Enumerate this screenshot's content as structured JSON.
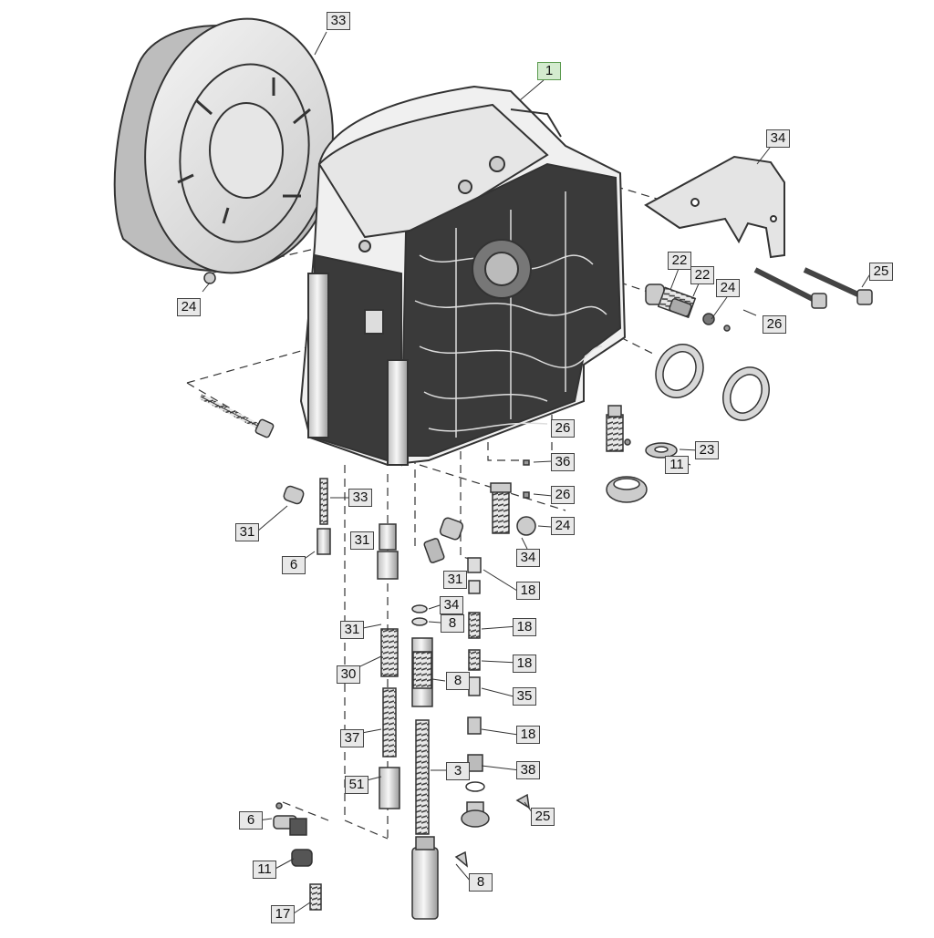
{
  "diagram": {
    "title": "",
    "main_part_callout": "1",
    "callouts": [
      {
        "id": "c1",
        "text": "1",
        "highlight": true
      },
      {
        "id": "c2",
        "text": "33"
      },
      {
        "id": "c3",
        "text": "34"
      },
      {
        "id": "c4",
        "text": "24"
      },
      {
        "id": "c5",
        "text": "22"
      },
      {
        "id": "c6",
        "text": "22"
      },
      {
        "id": "c7",
        "text": "24"
      },
      {
        "id": "c8",
        "text": "25"
      },
      {
        "id": "c9",
        "text": "26"
      },
      {
        "id": "c10",
        "text": "26"
      },
      {
        "id": "c11",
        "text": "23"
      },
      {
        "id": "c12",
        "text": "11"
      },
      {
        "id": "c13",
        "text": "36"
      },
      {
        "id": "c14",
        "text": "26"
      },
      {
        "id": "c15",
        "text": "24"
      },
      {
        "id": "c16",
        "text": "34"
      },
      {
        "id": "c17",
        "text": "18"
      },
      {
        "id": "c18",
        "text": "33"
      },
      {
        "id": "c19",
        "text": "31"
      },
      {
        "id": "c20",
        "text": "6"
      },
      {
        "id": "c21",
        "text": "31"
      },
      {
        "id": "c22",
        "text": "31"
      },
      {
        "id": "c23",
        "text": "34"
      },
      {
        "id": "c24",
        "text": "8"
      },
      {
        "id": "c25",
        "text": "31"
      },
      {
        "id": "c26",
        "text": "18"
      },
      {
        "id": "c27",
        "text": "30"
      },
      {
        "id": "c28",
        "text": "18"
      },
      {
        "id": "c29",
        "text": "8"
      },
      {
        "id": "c30",
        "text": "35"
      },
      {
        "id": "c31",
        "text": "37"
      },
      {
        "id": "c32",
        "text": "18"
      },
      {
        "id": "c33",
        "text": "51"
      },
      {
        "id": "c34",
        "text": "3"
      },
      {
        "id": "c35",
        "text": "38"
      },
      {
        "id": "c36",
        "text": "6"
      },
      {
        "id": "c37",
        "text": "25"
      },
      {
        "id": "c38",
        "text": "11"
      },
      {
        "id": "c39",
        "text": "8"
      },
      {
        "id": "c40",
        "text": "17"
      }
    ]
  },
  "colors": {
    "line": "#333333",
    "part_fill": "#f2f2f2",
    "shade": "#cfcfcf",
    "dark": "#555555",
    "callout_fill": "#e8e8e8",
    "highlight_fill": "#d4ebcf"
  }
}
